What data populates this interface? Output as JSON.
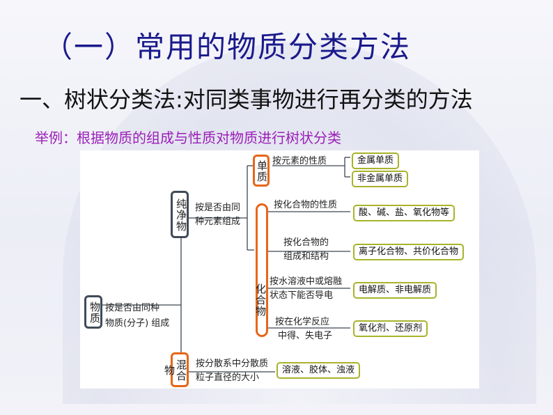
{
  "slide": {
    "title": "（一）常用的物质分类方法",
    "subtitle": "一、树状分类法:对同类事物进行再分类的方法",
    "example": "举例：根据物质的组成与性质对物质进行树状分类"
  },
  "tree": {
    "root": "物质",
    "root_criterion_line1": "按是否由同种",
    "root_criterion_line2": "物质(分子) 组成",
    "pure": "纯净物",
    "pure_criterion_line1": "按是否由同",
    "pure_criterion_line2": "种元素组成",
    "element": "单质",
    "element_criterion": "按元素的性质",
    "element_leaves": [
      "金属单质",
      "非金属单质"
    ],
    "compound": "化合物",
    "compound_branches": [
      {
        "criterion_line1": "按化合物的性质",
        "criterion_line2": "",
        "leaf": "酸、碱、盐、氧化物等"
      },
      {
        "criterion_line1": "按化合物的",
        "criterion_line2": "组成和结构",
        "leaf": "离子化合物、共价化合物"
      },
      {
        "criterion_line1": "按水溶液中或熔融",
        "criterion_line2": "状态下能否导电",
        "leaf": "电解质、非电解质"
      },
      {
        "criterion_line1": "按在化学反应",
        "criterion_line2": "中得、失电子",
        "leaf": "氧化剂、还原剂"
      }
    ],
    "mixture": "混合物",
    "mixture_criterion_line1": "按分散系中分散质",
    "mixture_criterion_line2": "粒子直径的大小",
    "mixture_leaf": "溶液、胶体、浊液"
  }
}
